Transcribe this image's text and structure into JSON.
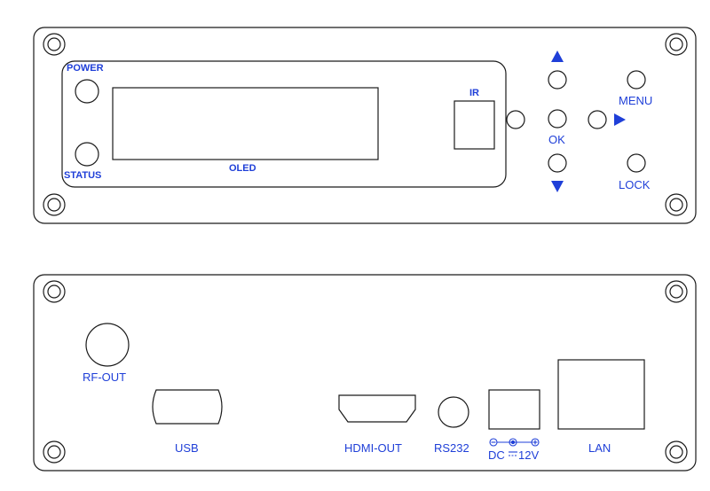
{
  "front_panel": {
    "labels": {
      "power": "POWER",
      "status": "STATUS",
      "oled": "OLED",
      "ir": "IR",
      "ok": "OK",
      "menu": "MENU",
      "lock": "LOCK"
    }
  },
  "rear_panel": {
    "labels": {
      "rf_out": "RF-OUT",
      "usb": "USB",
      "hdmi_out": "HDMI-OUT",
      "rs232": "RS232",
      "dc": "DC",
      "dc_rating": "12V",
      "lan": "LAN"
    }
  },
  "colors": {
    "outline": "#1a1a1a",
    "label": "#1f3fd8",
    "arrow": "#1f3fd8"
  }
}
